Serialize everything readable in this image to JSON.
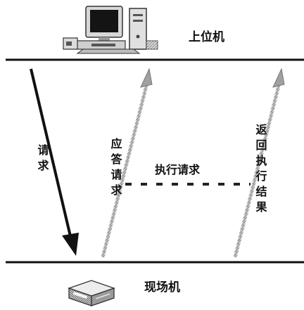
{
  "nodes": {
    "host_label": "上位机",
    "field_label": "现场机"
  },
  "arrows": {
    "request_label": "请求",
    "response_label": "应答请求",
    "execute_label": "执行请求",
    "return_label": "返回执行结果"
  },
  "colors": {
    "line": "#111111",
    "gray_arrow": "#a8a8a8",
    "dots": "#222222"
  }
}
